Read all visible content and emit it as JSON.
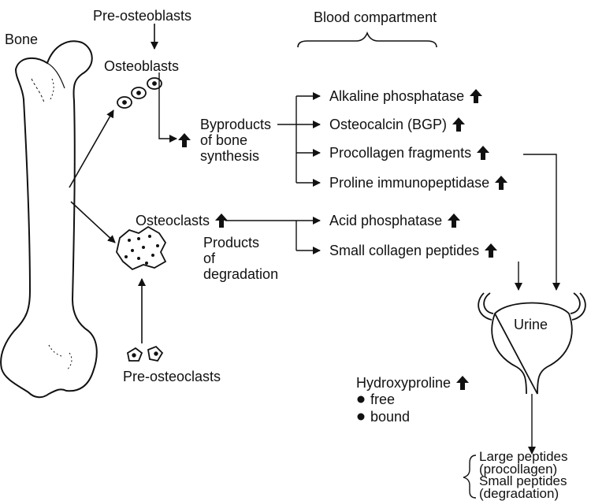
{
  "labels": {
    "bone": "Bone",
    "pre_osteoblasts": "Pre-osteoblasts",
    "osteoblasts": "Osteoblasts",
    "osteoclasts": "Osteoclasts",
    "pre_osteoclasts": "Pre-osteoclasts",
    "blood_compartment": "Blood compartment",
    "urine": "Urine"
  },
  "byproducts_lines": [
    "Byproducts",
    "of bone",
    "synthesis"
  ],
  "degradation_lines": [
    "Products",
    "of",
    "degradation"
  ],
  "synthesis_markers": [
    "Alkaline phosphatase",
    "Osteocalcin (BGP)",
    "Procollagen fragments",
    "Proline immunopeptidase"
  ],
  "degradation_markers": [
    "Acid phosphatase",
    "Small collagen peptides"
  ],
  "hydroxyproline": {
    "title": "Hydroxyproline",
    "bullets": [
      "free",
      "bound"
    ]
  },
  "urine_peptides": [
    "Large peptides",
    "(procollagen)",
    "Small peptides",
    "(degradation)"
  ]
}
